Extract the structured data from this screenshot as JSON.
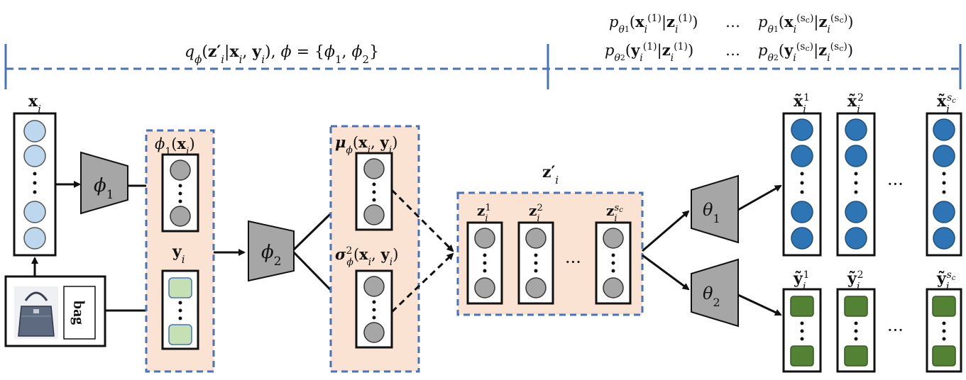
{
  "header": {
    "q_label": "qϕ(z′i|xi, yi), ϕ = {ϕ1, ϕ2}",
    "p1_first": "pθ1(xi(1)|zi(1))",
    "p1_ellipsis": "…",
    "p1_last": "pθ1(xi(sᶜ)|zi(sᶜ))",
    "p2_first": "pθ2(yi(1)|zi(1))",
    "p2_ellipsis": "…",
    "p2_last": "pθ2(yi(sᶜ)|zi(sᶜ))"
  },
  "inputs": {
    "x_label": "xi",
    "y_label": "yi",
    "tag_text": "bag"
  },
  "encoder": {
    "phi1": "ϕ1",
    "phi2": "ϕ2",
    "phi1_out_label": "ϕ1(xi)"
  },
  "latent_params": {
    "mu_label": "μϕ(xi, yi)",
    "sigma_label": "σ²ϕ(xi, yi)"
  },
  "latent": {
    "title": "z′i",
    "samples": [
      "zi1",
      "zi2",
      "zisc"
    ],
    "ellipsis": "···"
  },
  "decoder": {
    "theta1": "θ1",
    "theta2": "θ2",
    "x_out_labels": [
      "x̃i1",
      "x̃i2",
      "x̃isc"
    ],
    "y_out_labels": [
      "ỹi1",
      "ỹi2",
      "ỹisc"
    ],
    "ellipsis": "···"
  },
  "colors": {
    "dashed_blue": "#4a72b8",
    "region_fill": "#fbe3d4",
    "light_blue_node": "#bdd7ee",
    "dark_blue_node": "#2e75b6",
    "gray_node": "#a6a6a6",
    "light_green_node": "#c5e0b4",
    "dark_green_node": "#548235",
    "trapezoid": "#a6a6a6"
  }
}
